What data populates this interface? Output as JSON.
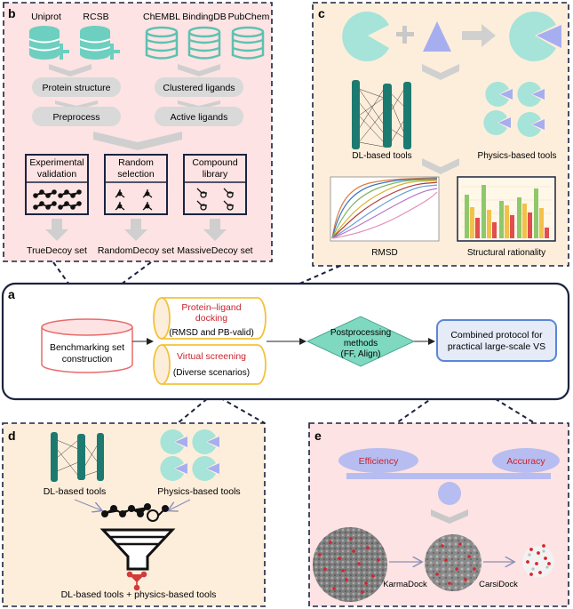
{
  "panel_b": {
    "letter": "b",
    "sources_left": [
      "Uniprot",
      "RCSB"
    ],
    "sources_right": [
      "ChEMBL",
      "BindingDB",
      "PubChem"
    ],
    "step_protein": "Protein structure",
    "step_preprocess": "Preprocess",
    "step_clustered": "Clustered ligands",
    "step_active": "Active ligands",
    "box1": [
      "Experimental",
      "validation"
    ],
    "box2": [
      "Random",
      "selection"
    ],
    "box3": [
      "Compound",
      "library"
    ],
    "out1": "TrueDecoy set",
    "out2": "RandomDecoy set",
    "out3": "MassiveDecoy set"
  },
  "panel_c": {
    "letter": "c",
    "dl_label": "DL-based tools",
    "physics_label": "Physics-based tools",
    "rmsd_label": "RMSD",
    "structural_label": "Structural rationality"
  },
  "panel_a": {
    "letter": "a",
    "benchmark": [
      "Benchmarking set",
      "construction"
    ],
    "docking_title": [
      "Protein–ligand",
      "docking"
    ],
    "docking_sub": "(RMSD and PB-valid)",
    "vs_title": "Virtual screening",
    "vs_sub": "(Diverse scenarios)",
    "post": [
      "Postprocessing",
      "methods",
      "(FF, Align)"
    ],
    "combined": [
      "Combined protocol for",
      "practical large-scale VS"
    ]
  },
  "panel_d": {
    "letter": "d",
    "dl_label": "DL-based tools",
    "physics_label": "Physics-based tools",
    "bottom_label": "DL-based tools + physics-based tools"
  },
  "panel_e": {
    "letter": "e",
    "efficiency": "Efficiency",
    "accuracy": "Accuracy",
    "karma": "KarmaDock",
    "carsi": "CarsiDock"
  },
  "colors": {
    "teal": "#6ccfc0",
    "teal_dark": "#1d7a70",
    "pink_bg": "#fde3e3",
    "peach_bg": "#fdeedb",
    "navy": "#1c2340",
    "red_text": "#c8232c",
    "lavender": "#b7bdf0",
    "blue_box": "#5b86d6",
    "yellow_border": "#f2c23c",
    "green_diamond": "#7fd9c1"
  }
}
